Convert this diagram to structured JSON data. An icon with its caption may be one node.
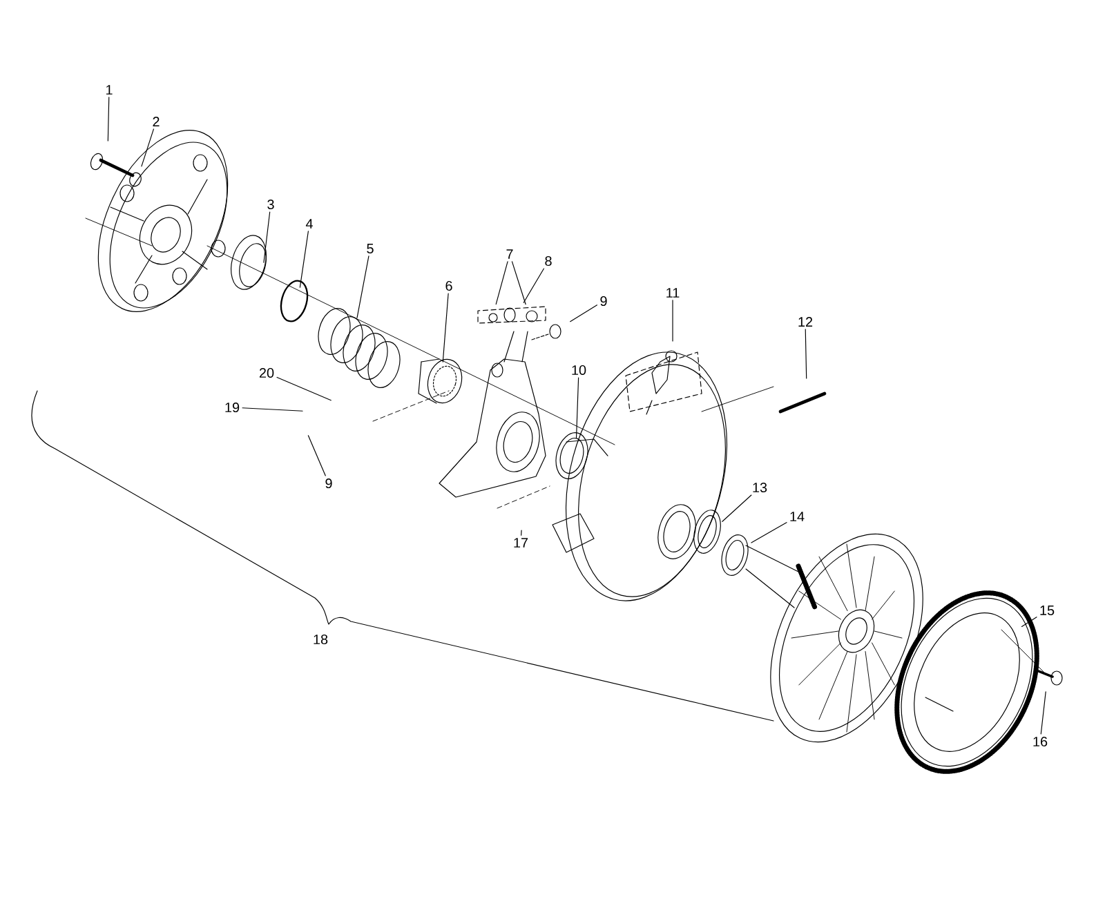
{
  "diagram": {
    "nodes": [
      {
        "text": [
          "1"
        ]
      },
      {
        "text": [
          "2"
        ]
      },
      {
        "text": [
          "3"
        ]
      },
      {
        "text": [
          "4"
        ]
      },
      {
        "text": [
          "5"
        ]
      },
      {
        "text": [
          "6"
        ]
      },
      {
        "text": [
          "7"
        ]
      },
      {
        "text": [
          "8"
        ]
      },
      {
        "text": [
          "9"
        ]
      },
      {
        "text": [
          "11"
        ]
      },
      {
        "text": [
          "12"
        ]
      },
      {
        "text": [
          "20"
        ]
      },
      {
        "text": [
          "10"
        ]
      },
      {
        "text": [
          "19"
        ]
      },
      {
        "text": [
          "9"
        ]
      },
      {
        "text": [
          "13"
        ]
      },
      {
        "text": [
          "14"
        ]
      },
      {
        "text": [
          "17"
        ]
      },
      {
        "text": [
          "15"
        ]
      },
      {
        "text": [
          "16"
        ]
      }
    ],
    "edges": [
      {
        "from": 0,
        "to": null,
        "arrow": "none"
      },
      {
        "from": 1,
        "to": null,
        "arrow": "none"
      },
      {
        "from": 2,
        "to": null,
        "arrow": "none"
      },
      {
        "from": 3,
        "to": null,
        "arrow": "none"
      },
      {
        "from": 4,
        "to": null,
        "arrow": "none"
      },
      {
        "from": 5,
        "to": null,
        "arrow": "none"
      },
      {
        "from": 6,
        "to": null,
        "arrow": "none"
      },
      {
        "from": 6,
        "to": null,
        "arrow": "none"
      },
      {
        "from": 7,
        "to": null,
        "arrow": "none"
      },
      {
        "from": 8,
        "to": null,
        "arrow": "none"
      },
      {
        "from": 9,
        "to": null,
        "arrow": "none"
      },
      {
        "from": 10,
        "to": null,
        "arrow": "none"
      },
      {
        "from": 11,
        "to": null,
        "arrow": "none"
      },
      {
        "from": 12,
        "to": null,
        "arrow": "none"
      },
      {
        "from": 13,
        "to": null,
        "arrow": "none"
      },
      {
        "from": 14,
        "to": null,
        "arrow": "none"
      },
      {
        "from": 15,
        "to": null,
        "arrow": "none"
      },
      {
        "from": 16,
        "to": null,
        "arrow": "none"
      },
      {
        "from": 17,
        "to": null,
        "arrow": "none"
      },
      {
        "from": 18,
        "to": null,
        "arrow": "none"
      },
      {
        "from": 19,
        "to": null,
        "arrow": "none"
      }
    ],
    "labels": [
      "18"
    ]
  }
}
